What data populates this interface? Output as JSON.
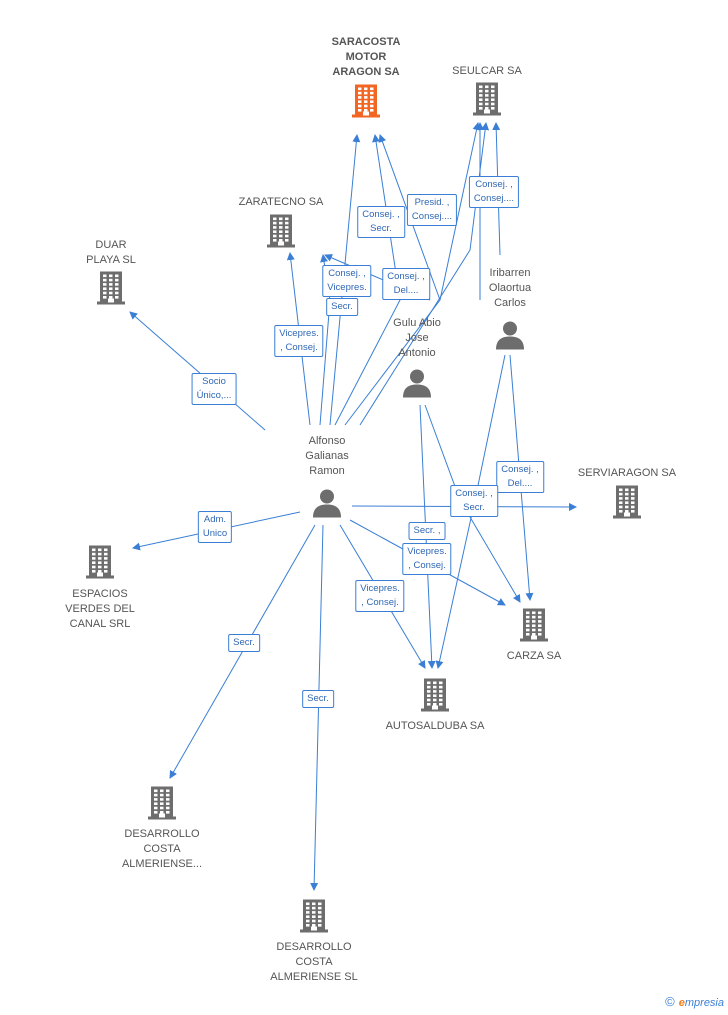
{
  "nodes": {
    "saracosta": {
      "label": [
        "SARACOSTA",
        "MOTOR",
        "ARAGON SA"
      ],
      "color": "#f26522"
    },
    "seulcar": {
      "label": [
        "SEULCAR SA"
      ]
    },
    "zaratecno": {
      "label": [
        "ZARATECNO SA"
      ]
    },
    "duar": {
      "label": [
        "DUAR",
        "PLAYA SL"
      ]
    },
    "iribarren": {
      "label": [
        "Iribarren",
        "Olaortua",
        "Carlos"
      ]
    },
    "gulu": {
      "label": [
        "Gulu Abio",
        "Jose",
        "Antonio"
      ]
    },
    "alfonso": {
      "label": [
        "Alfonso",
        "Galianas",
        "Ramon"
      ]
    },
    "serviaragon": {
      "label": [
        "SERVIARAGON SA"
      ]
    },
    "espacios": {
      "label": [
        "ESPACIOS",
        "VERDES DEL",
        "CANAL SRL"
      ]
    },
    "carza": {
      "label": [
        "CARZA SA"
      ]
    },
    "autosalduba": {
      "label": [
        "AUTOSALDUBA SA"
      ]
    },
    "desarrollo1": {
      "label": [
        "DESARROLLO",
        "COSTA",
        "ALMERIENSE..."
      ]
    },
    "desarrollo2": {
      "label": [
        "DESARROLLO",
        "COSTA",
        "ALMERIENSE SL"
      ]
    }
  },
  "edge_labels": [
    [
      "Presid. ,",
      "Consej...."
    ],
    [
      "Consej. ,",
      "Consej...."
    ],
    [
      "Consej. ,",
      "Secr."
    ],
    [
      "Consej. ,",
      "Vicepres."
    ],
    [
      "Consej. ,",
      "Del...."
    ],
    [
      "Secr."
    ],
    [
      "Vicepres.",
      ", Consej."
    ],
    [
      "Socio",
      "Único,..."
    ],
    [
      "Adm.",
      "Unico"
    ],
    [
      "Consej. ,",
      "Del...."
    ],
    [
      "Consej. ,",
      "Secr."
    ],
    [
      "Secr. ,"
    ],
    [
      "Vicepres.",
      ", Consej."
    ],
    [
      "Vicepres.",
      ", Consej."
    ],
    [
      "Secr."
    ],
    [
      "Secr."
    ]
  ],
  "colors": {
    "edge": "#3a7fd5",
    "building": "#6d6d6d",
    "person": "#6d6d6d",
    "highlight": "#f26522"
  },
  "footer": {
    "copyright": "©",
    "brand_e": "e",
    "brand_rest": "mpresia"
  }
}
